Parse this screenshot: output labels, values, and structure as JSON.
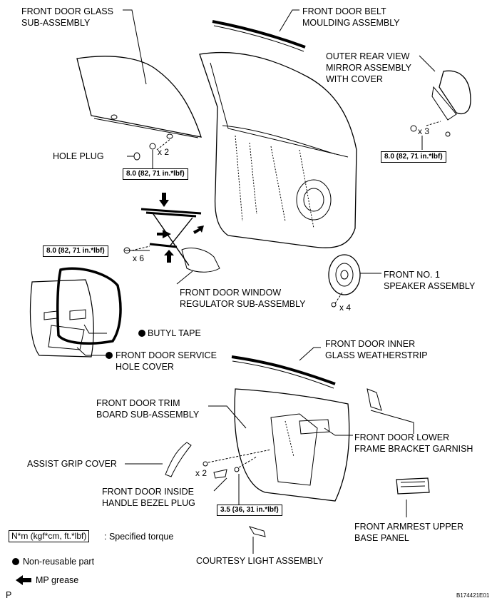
{
  "labels": {
    "glass": [
      "FRONT DOOR GLASS",
      "SUB-ASSEMBLY"
    ],
    "belt": [
      "FRONT DOOR BELT",
      "MOULDING ASSEMBLY"
    ],
    "mirror": [
      "OUTER REAR VIEW",
      "MIRROR ASSEMBLY",
      "WITH COVER"
    ],
    "hole_plug": "HOLE PLUG",
    "regulator": [
      "FRONT DOOR WINDOW",
      "REGULATOR SUB-ASSEMBLY"
    ],
    "speaker": [
      "FRONT NO. 1",
      "SPEAKER ASSEMBLY"
    ],
    "butyl": "BUTYL TAPE",
    "service_cover": [
      "FRONT DOOR SERVICE",
      "HOLE COVER"
    ],
    "weatherstrip": [
      "FRONT DOOR INNER",
      "GLASS WEATHERSTRIP"
    ],
    "trim": [
      "FRONT DOOR TRIM",
      "BOARD SUB-ASSEMBLY"
    ],
    "garnish": [
      "FRONT DOOR LOWER",
      "FRAME BRACKET GARNISH"
    ],
    "assist": "ASSIST GRIP COVER",
    "bezel": [
      "FRONT DOOR INSIDE",
      "HANDLE BEZEL PLUG"
    ],
    "armrest": [
      "FRONT ARMREST UPPER",
      "BASE PANEL"
    ],
    "courtesy": "COURTESY LIGHT ASSEMBLY"
  },
  "torques": {
    "glass": "8.0 (82, 71 in.*lbf)",
    "mirror": "8.0 (82, 71 in.*lbf)",
    "regulator": "8.0 (82, 71 in.*lbf)",
    "trim": "3.5 (36, 31 in.*lbf)"
  },
  "quantities": {
    "glass": "x 2",
    "mirror": "x 3",
    "regulator": "x 6",
    "speaker": "x 4",
    "trim": "x 2"
  },
  "legend": {
    "torque_box": "N*m (kgf*cm, ft.*lbf)",
    "torque_text": ": Specified torque",
    "nonreusable": "Non-reusable part",
    "grease": "MP grease"
  },
  "corner_letter": "P",
  "figure_code": "B174421E01"
}
